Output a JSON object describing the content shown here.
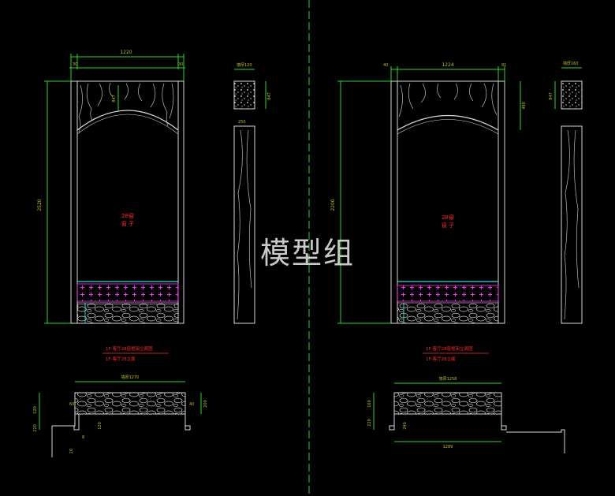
{
  "watermark": "模型组",
  "left": {
    "dim_top": "1220",
    "dim_top_left": "30",
    "dim_top_right": "30",
    "dim_height": "2520",
    "dim_arch": "847",
    "side_top": "墙厚120",
    "side_dim": "847",
    "side_dim2": "250",
    "label_1": "28窗",
    "label_2": "窗 子",
    "caption_1": "1F-客厅28窗框架立面图",
    "caption_2": "1F-客厅28立面",
    "plan_width": "墙厚1270",
    "plan_left": "60",
    "plan_right": "40",
    "plan_d1": "120",
    "plan_d2": "220",
    "plan_d3": "200",
    "plan_d4": "120",
    "plan_d5": "8",
    "plan_d6": "20"
  },
  "right": {
    "dim_top": "1224",
    "dim_top_left": "40",
    "dim_top_right": "91",
    "dim_height": "2200",
    "dim_arch": "490",
    "side_top": "墙厚160",
    "side_dim": "847",
    "label_1": "28窗",
    "label_2": "窗 子",
    "caption_1": "1F-客厅28窗框架立面图",
    "caption_2": "1F-客厅28立面",
    "plan_width": "墙厚1258",
    "plan_bottom": "1289",
    "plan_d1": "160",
    "plan_d2": "220",
    "plan_d3": "240"
  },
  "colors": {
    "background": "#000000",
    "outline": "#d9d9d9",
    "dimension": "#2bd92b",
    "dim_text": "#bfbf30",
    "label": "#ff2a2a",
    "magenta": "#ff2bff",
    "cyan": "#33d6d6",
    "divider": "#2bd92b"
  }
}
